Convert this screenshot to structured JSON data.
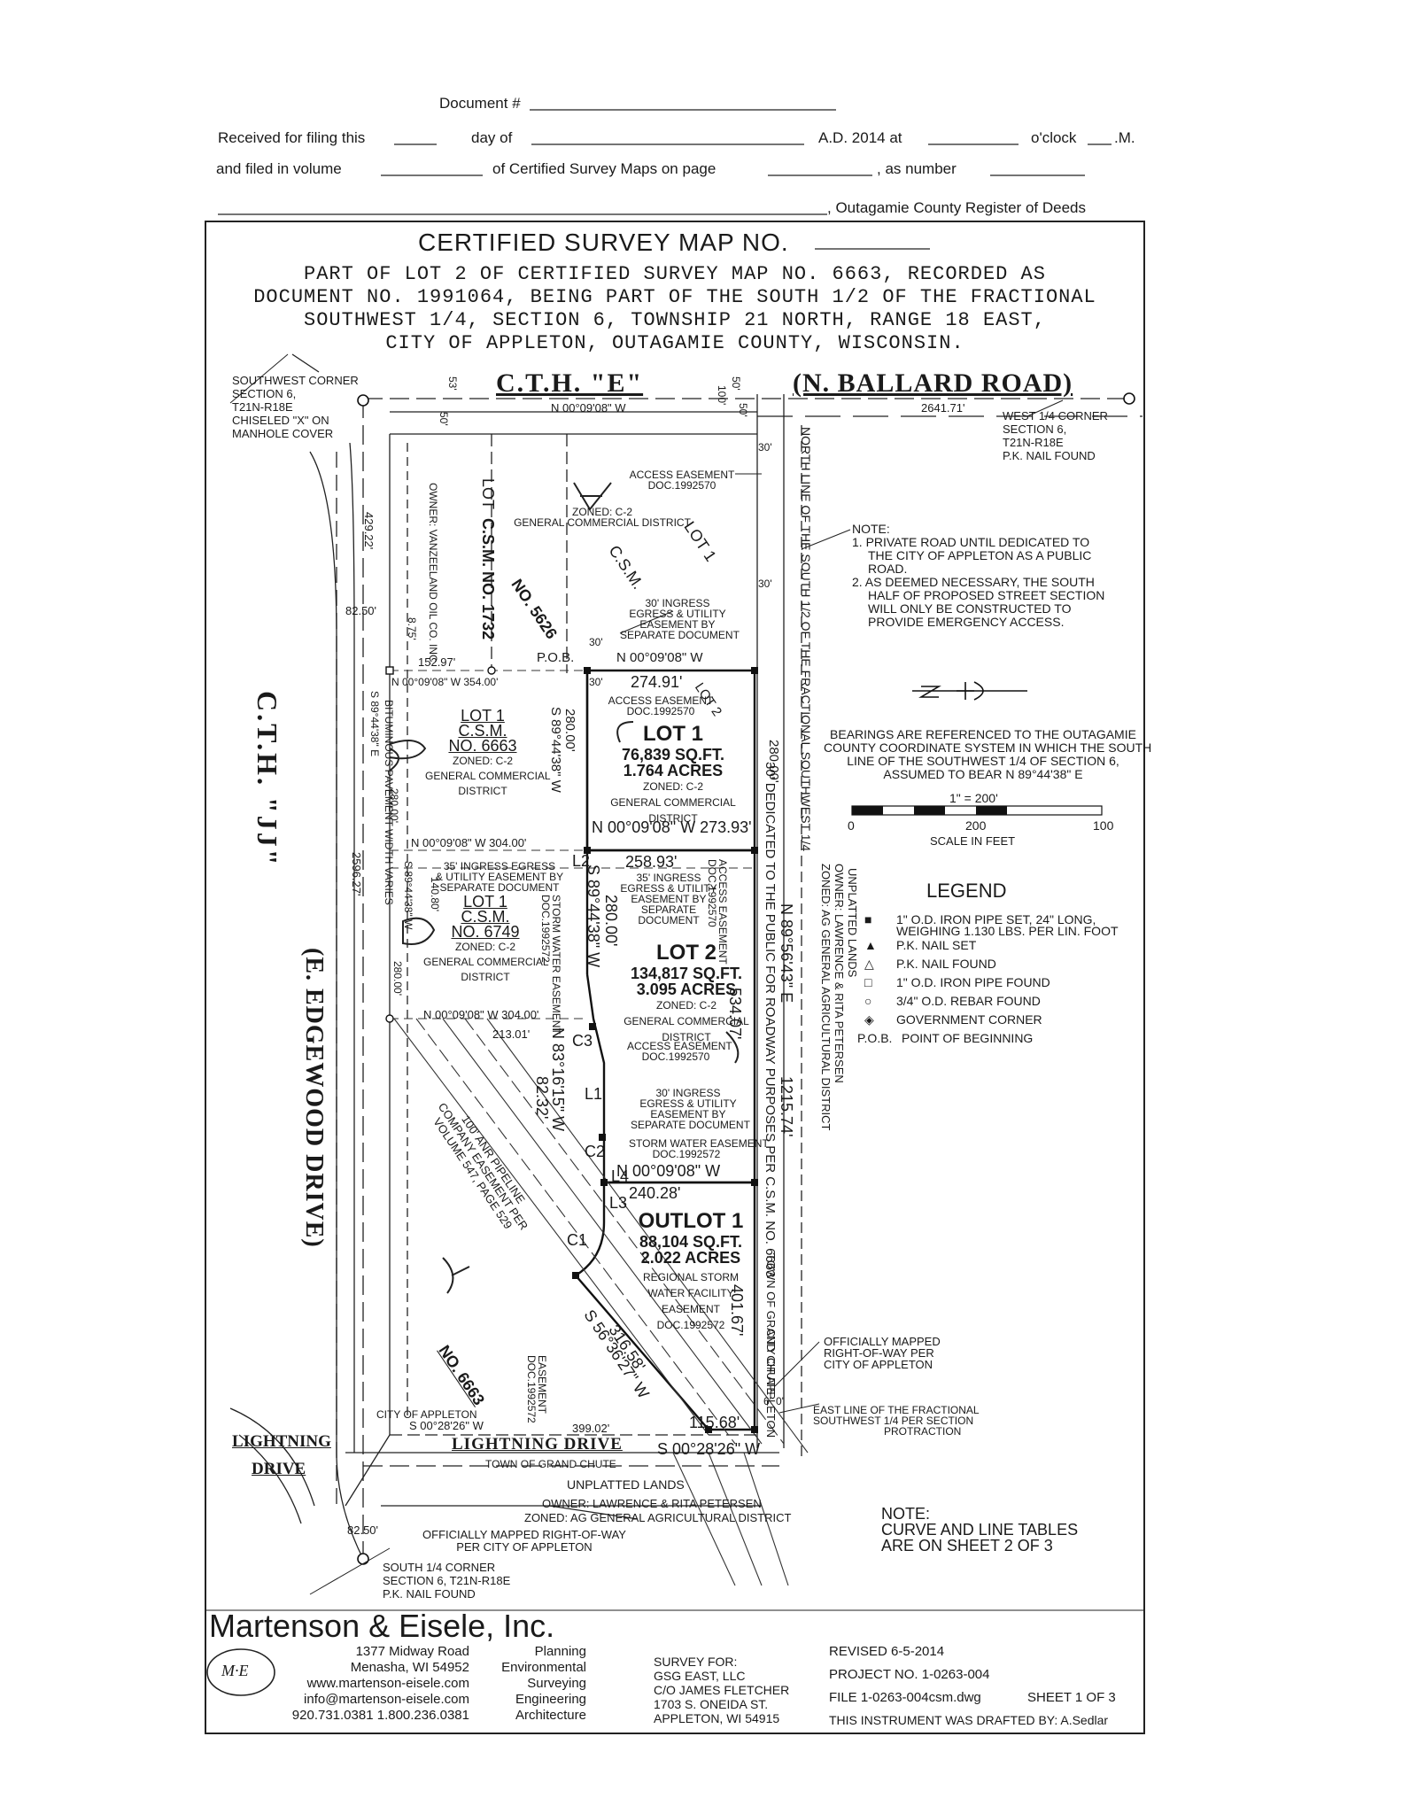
{
  "header": {
    "document_label": "Document #",
    "received_text": "Received for filing this",
    "day_of": "day of",
    "ad_year": "A.D. 2014 at",
    "oclock": "o'clock",
    "m_suffix": ".M.",
    "filed_in_volume": "and filed in volume",
    "of_csm_on_page": "of Certified Survey Maps on page",
    "as_number": ", as number",
    "register": ", Outagamie County Register of Deeds"
  },
  "title": {
    "main": "CERTIFIED SURVEY MAP NO.",
    "description_lines": [
      "PART OF LOT 2 OF CERTIFIED SURVEY MAP NO. 6663, RECORDED AS",
      "DOCUMENT NO. 1991064, BEING PART OF THE SOUTH 1/2 OF THE FRACTIONAL",
      "SOUTHWEST 1/4, SECTION 6, TOWNSHIP 21 NORTH, RANGE 18 EAST,",
      "CITY OF APPLETON, OUTAGAMIE COUNTY, WISCONSIN."
    ]
  },
  "map": {
    "road_top": "C.T.H.   \"E\"",
    "road_top_alt": "(N. BALLARD ROAD)",
    "road_left": "C.T.H. \"JJ\"",
    "road_left_alt": "(E. EDGEWOOD DRIVE)",
    "sw_corner": [
      "SOUTHWEST CORNER",
      "SECTION 6,",
      "T21N-R18E",
      "CHISELED \"X\" ON",
      "MANHOLE COVER"
    ],
    "w_quarter": [
      "WEST 1/4 CORNER",
      "SECTION 6,",
      "T21N-R18E",
      "P.K. NAIL FOUND"
    ],
    "s_quarter": [
      "SOUTH 1/4 CORNER",
      "SECTION 6, T21N-R18E",
      "P.K. NAIL FOUND"
    ],
    "top_bearing": "N 00°09'08\" W",
    "top_distance": "2641.71'",
    "dims": {
      "d53": "53'",
      "d50a": "50'",
      "d100": "100'",
      "d50b": "50'",
      "d50c": "50'",
      "d30a": "30'",
      "d30b": "30'",
      "d30c": "30'",
      "d30d": "30'",
      "d429": "429.22'",
      "d8250a": "82.50'",
      "d8250b": "82.50'",
      "d875": "8.75'",
      "d152": "152.97'",
      "d354": "N 00°09'08\" W 354.00'",
      "pob": "P.O.B.",
      "pob_bearing": "N 00°09'08\" W",
      "lot1_top": "274.91'",
      "lot1_east": "280.00'",
      "lot1_west": "280.00'",
      "lot1_west_bearing": "S 89°44'38\" W",
      "lot1_bottom": "N 00°09'08\" W 273.93'",
      "d304a": "N 00°09'08\" W 304.00'",
      "d280a": "280.00'",
      "d2596": "2596.27'",
      "bearing_left": "S 89°44'38\" E",
      "bearing_left2": "S 89°44'38\" W",
      "d140": "140.80'",
      "d280b": "280.00'",
      "d258": "258.93'",
      "lot2_bearing": "S 89°44'38\" W",
      "lot2_dist": "280.00'",
      "d304b": "N 00°09'08\" W 304.00'",
      "d213": "213.01'",
      "d534": "534.07'",
      "d1215": "1215.74'",
      "east_bearing": "N 89°56'43\" E",
      "d83": "N 83°16'15\" W",
      "d82": "82.32'",
      "outlot_bearing": "N 00°09'08\" W",
      "d240": "240.28'",
      "d401": "401.67'",
      "d316": "316.58'",
      "d56": "S 56°36'27\" W",
      "d399": "399.02'",
      "d115": "115.68'",
      "s_bearing": "S 00°28'26\" W",
      "s_bearing2": "S 00°28'26\" W",
      "d6": "6'",
      "d0": "0'"
    },
    "curve_labels": [
      "L2",
      "C3",
      "L1",
      "C2",
      "L4",
      "L3",
      "C1"
    ],
    "lots": {
      "lot1": {
        "name": "LOT 1",
        "sqft": "76,839 SQ.FT.",
        "acres": "1.764 ACRES",
        "zoned": "ZONED: C-2",
        "district": [
          "GENERAL COMMERCIAL",
          "DISTRICT"
        ]
      },
      "lot2": {
        "name": "LOT 2",
        "sqft": "134,817 SQ.FT.",
        "acres": "3.095 ACRES",
        "zoned": "ZONED: C-2",
        "district": [
          "GENERAL COMMERCIAL",
          "DISTRICT"
        ]
      },
      "outlot1": {
        "name": "OUTLOT 1",
        "sqft": "88,104 SQ.FT.",
        "acres": "2.022 ACRES",
        "regional": [
          "REGIONAL STORM",
          "WATER FACILITY",
          "EASEMENT",
          "DOC.1992572"
        ]
      }
    },
    "adjacent": {
      "csm1732": [
        "LOT",
        "C.S.M. NO. 1732",
        "OWNER: VANZEELAND OIL CO. INC."
      ],
      "csm6663a": [
        "LOT 1",
        "C.S.M.",
        "NO. 6663",
        "ZONED: C-2",
        "GENERAL COMMERCIAL",
        "DISTRICT"
      ],
      "csm6749": [
        "LOT 1",
        "C.S.M.",
        "NO. 6749",
        "ZONED: C-2",
        "GENERAL COMMERCIAL",
        "DISTRICT"
      ],
      "csm5626": [
        "LOT 1",
        "C.S.M.",
        "NO. 5626"
      ],
      "zoned_top": [
        "ZONED: C-2",
        "GENERAL COMMERCIAL DISTRICT"
      ],
      "lot2_label": "LOT 2",
      "csm6663b": "NO. 6663"
    },
    "easements": {
      "access1": [
        "ACCESS EASEMENT",
        "DOC.1992570"
      ],
      "ingress1": [
        "30' INGRESS",
        "EGRESS & UTILITY",
        "EASEMENT BY",
        "SEPARATE DOCUMENT"
      ],
      "access2": [
        "ACCESS EASEMENT",
        "DOC.1992570"
      ],
      "ingress35a": [
        "35' INGRESS EGRESS",
        "& UTILITY EASEMENT BY",
        "SEPARATE DOCUMENT"
      ],
      "ingress35b": [
        "35' INGRESS",
        "EGRESS & UTILITY",
        "EASEMENT BY",
        "SEPARATE",
        "DOCUMENT"
      ],
      "storm1": [
        "STORM WATER EASEMENT",
        "DOC.1992572"
      ],
      "access_doc": [
        "ACCESS EASEMENT",
        "DOC.1992570"
      ],
      "access3": [
        "ACCESS EASEMENT",
        "DOC.1992570"
      ],
      "ingress2": [
        "30' INGRESS",
        "EGRESS & UTILITY",
        "EASEMENT BY",
        "SEPARATE DOCUMENT"
      ],
      "storm2": [
        "STORM WATER EASEMENT",
        "DOC.1992572"
      ],
      "storm3": [
        "EASEMENT",
        "DOC.1992572"
      ],
      "pipeline": [
        "100' ANR PIPELINE",
        "COMPANY EASEMENT PER",
        "VOLUME 547, PAGE 529"
      ]
    },
    "vertical_labels": {
      "north_line": "NORTH LINE OF THE SOUTH 1/2 OF THE FRACTIONAL SOUTHWEST 1/4",
      "dedicated": "30' DEDICATED TO THE PUBLIC FOR ROADWAY PURPOSES PER C.S.M. NO. 6663",
      "unplatted": "UNPLATTED LANDS",
      "owner_petersen": "OWNER: LAWRENCE & RITA PETERSEN",
      "zoned_ag": "ZONED: AG GENERAL AGRICULTURAL DISTRICT",
      "town_grand_chute": "TOWN OF GRAND CHUTE",
      "city_appleton": "CITY OF APPLETON",
      "bituminous": "BITUMINOUS PAVEMENT WIDTH VARIES"
    },
    "south": {
      "lightning_drive": "LIGHTNING DRIVE",
      "lightning_left": "LIGHTNING",
      "drive_left": "DRIVE",
      "city_appleton": "CITY OF APPLETON",
      "town_grand_chute": "TOWN OF GRAND CHUTE",
      "unplatted": "UNPLATTED LANDS",
      "owner": "OWNER: LAWRENCE & RITA PETERSEN",
      "zoned": "ZONED: AG GENERAL AGRICULTURAL DISTRICT",
      "officially_mapped": [
        "OFFICIALLY MAPPED RIGHT-OF-WAY",
        "PER CITY OF APPLETON"
      ],
      "officially_mapped_right": [
        "OFFICIALLY MAPPED",
        "RIGHT-OF-WAY PER",
        "CITY OF APPLETON"
      ],
      "east_line": [
        "EAST LINE OF THE FRACTIONAL",
        "SOUTHWEST 1/4 PER SECTION",
        "PROTRACTION"
      ]
    }
  },
  "notes": {
    "note_title": "NOTE:",
    "items": [
      "1. PRIVATE ROAD UNTIL DEDICATED TO",
      "THE CITY OF APPLETON AS A PUBLIC",
      "ROAD.",
      "2. AS DEEMED NECESSARY, THE SOUTH",
      "HALF OF PROPOSED STREET SECTION",
      "WILL ONLY BE CONSTRUCTED TO",
      "PROVIDE EMERGENCY ACCESS."
    ],
    "bearings": [
      "BEARINGS ARE REFERENCED TO THE OUTAGAMIE",
      "COUNTY COORDINATE SYSTEM IN WHICH THE SOUTH",
      "LINE OF THE SOUTHWEST 1/4 OF SECTION 6,",
      "ASSUMED TO BEAR N 89°44'38\" E"
    ],
    "scale_ratio": "1\" = 200'",
    "scale_ticks": [
      "0",
      "200",
      "100"
    ],
    "scale_caption": "SCALE IN FEET",
    "note2_title": "NOTE:",
    "note2_lines": [
      "CURVE AND LINE TABLES",
      "ARE ON SHEET 2 OF 3"
    ]
  },
  "legend": {
    "title": "LEGEND",
    "items": [
      {
        "symbol": "■",
        "text": "1\" O.D. IRON PIPE SET, 24\" LONG,"
      },
      {
        "symbol": "",
        "text": "WEIGHING 1.130 LBS. PER LIN. FOOT"
      },
      {
        "symbol": "▲",
        "text": "P.K. NAIL SET"
      },
      {
        "symbol": "△",
        "text": "P.K. NAIL FOUND"
      },
      {
        "symbol": "□",
        "text": "1\" O.D. IRON PIPE FOUND"
      },
      {
        "symbol": "○",
        "text": "3/4\" O.D. REBAR FOUND"
      },
      {
        "symbol": "◈",
        "text": "GOVERNMENT CORNER"
      },
      {
        "symbol": "P.O.B.",
        "text": "POINT OF BEGINNING"
      }
    ]
  },
  "footer": {
    "company": "Martenson & Eisele, Inc.",
    "logo_text": "M·E",
    "address": [
      "1377 Midway Road",
      "Menasha, WI 54952",
      "www.martenson-eisele.com",
      "info@martenson-eisele.com",
      "920.731.0381  1.800.236.0381"
    ],
    "services": [
      "Planning",
      "Environmental",
      "Surveying",
      "Engineering",
      "Architecture"
    ],
    "survey_for": [
      "SURVEY FOR:",
      "GSG EAST, LLC",
      "C/O JAMES FLETCHER",
      "1703 S. ONEIDA ST.",
      "APPLETON, WI 54915"
    ],
    "revised": "REVISED 6-5-2014",
    "project": "PROJECT NO. 1-0263-004",
    "file": "FILE 1-0263-004csm.dwg",
    "sheet": "SHEET 1 OF 3",
    "drafted": "THIS INSTRUMENT WAS DRAFTED BY: A.Sedlar"
  }
}
